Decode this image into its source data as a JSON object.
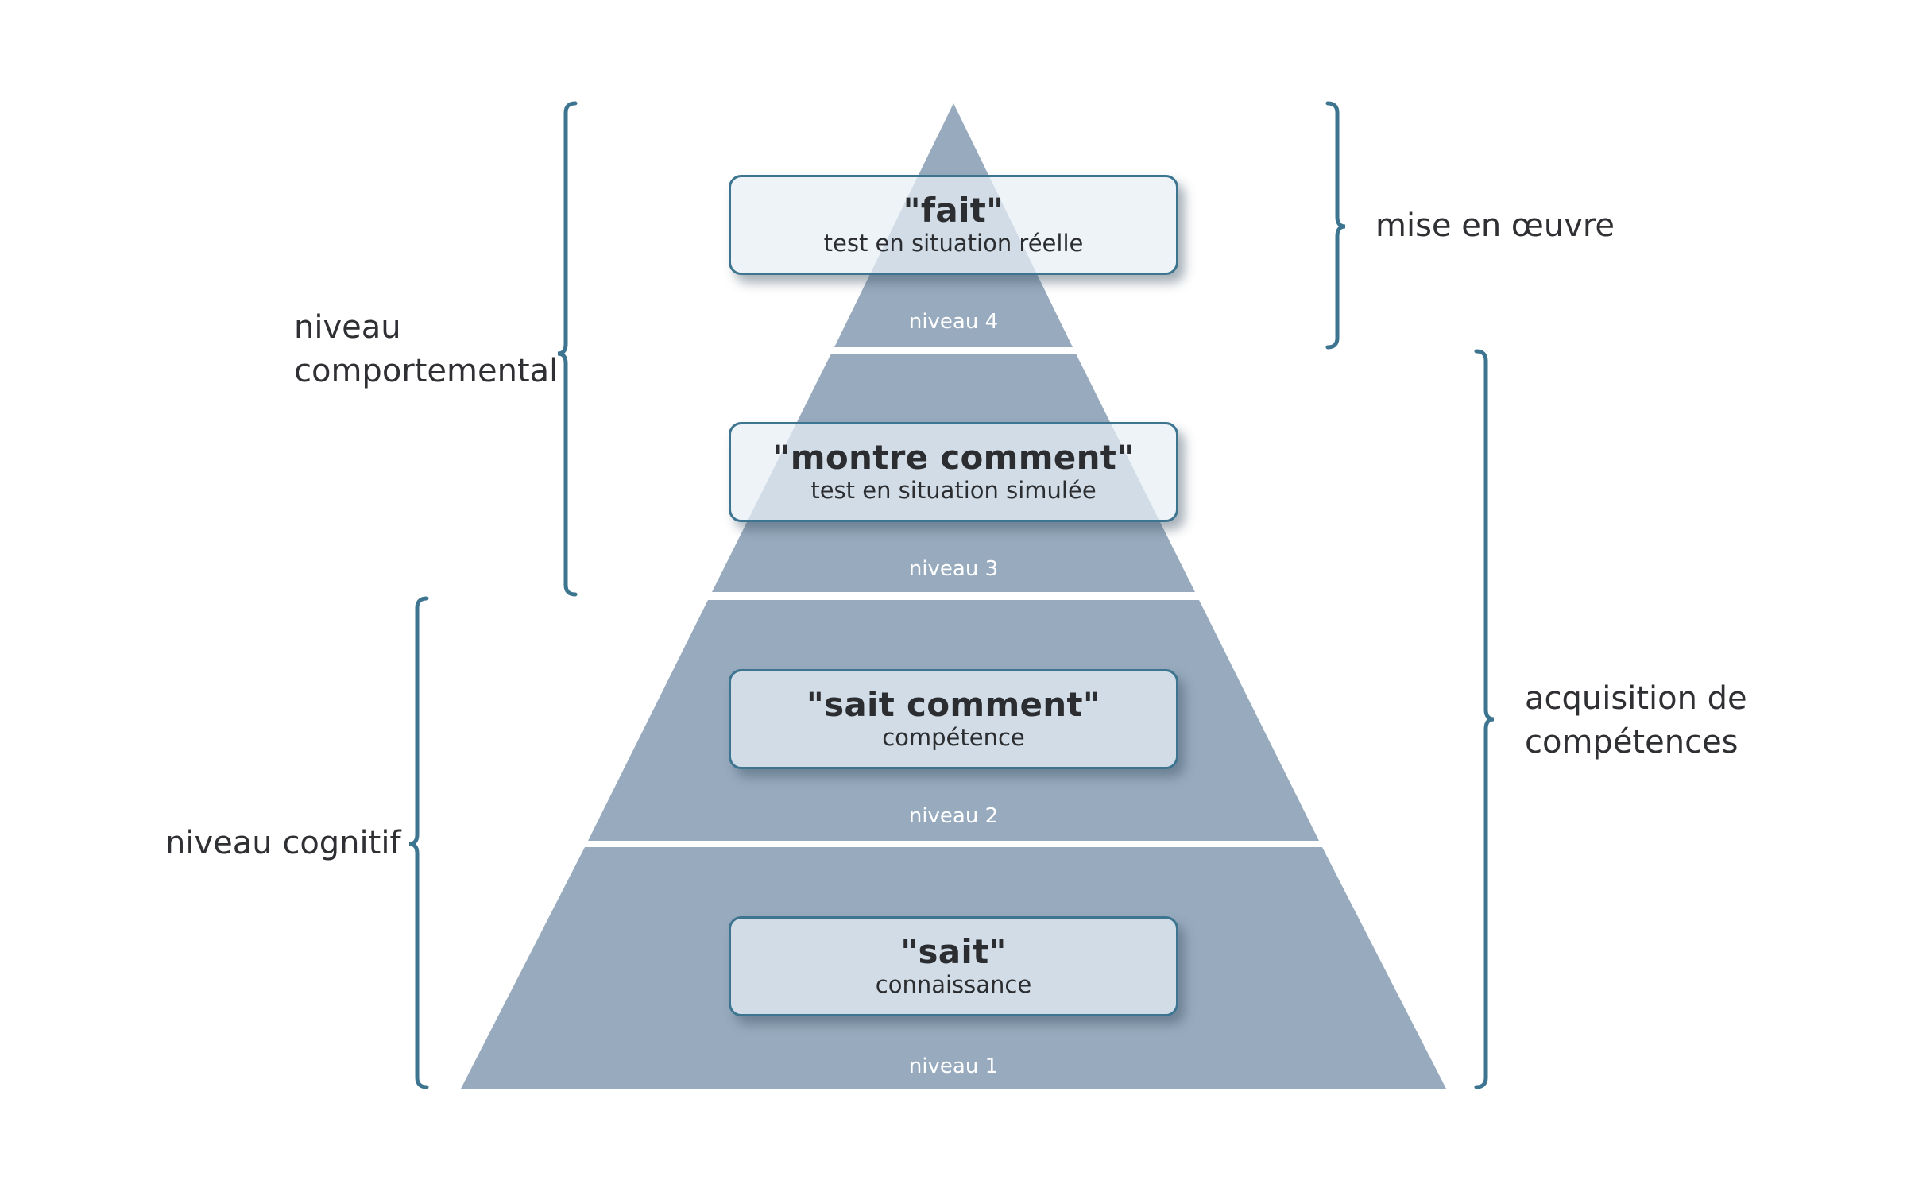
{
  "colors": {
    "pyramid_fill": "#98abbe",
    "bracket": "#3d7590",
    "box_border": "#3d7590",
    "text_dark": "#2b2d30",
    "level_label": "#ffffff"
  },
  "levels": [
    {
      "level_label": "niveau 4",
      "title": "\"fait\"",
      "subtitle": "test en situation réelle"
    },
    {
      "level_label": "niveau 3",
      "title": "\"montre comment\"",
      "subtitle": "test en situation simulée"
    },
    {
      "level_label": "niveau 2",
      "title": "\"sait comment\"",
      "subtitle": "compétence"
    },
    {
      "level_label": "niveau 1",
      "title": "\"sait\"",
      "subtitle": "connaissance"
    }
  ],
  "left_groups": {
    "behavioral": {
      "line1": "niveau",
      "line2": "comportemental",
      "spans_levels": [
        4,
        3
      ]
    },
    "cognitive": {
      "line1": "niveau cognitif",
      "spans_levels": [
        2,
        1
      ]
    }
  },
  "right_groups": {
    "implementation": {
      "line1": "mise en œuvre",
      "spans_levels": [
        4
      ]
    },
    "skills": {
      "line1": "acquisition de",
      "line2": "compétences",
      "spans_levels": [
        3,
        2,
        1
      ]
    }
  }
}
